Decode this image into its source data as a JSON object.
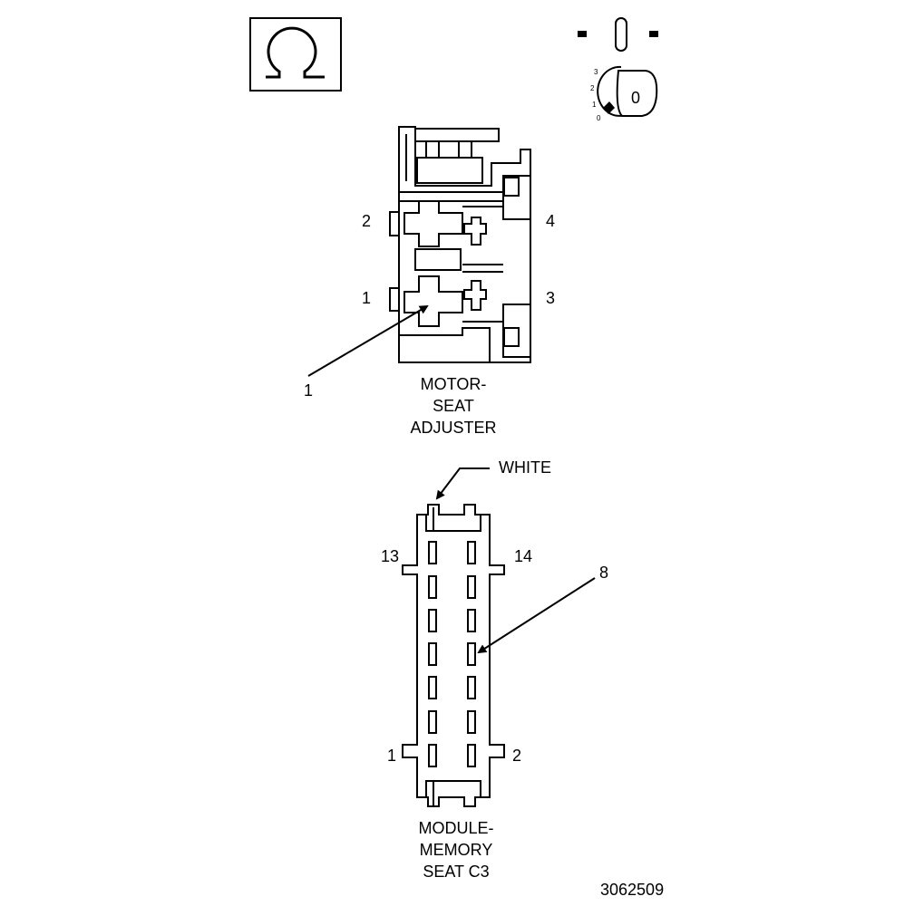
{
  "icons": {
    "ohm_symbol": "Ω",
    "ignition_key_label": "0",
    "key_positions": [
      "3",
      "2",
      "1",
      "0"
    ]
  },
  "motor_connector": {
    "pin_labels": {
      "pin2": "2",
      "pin4": "4",
      "pin1": "1",
      "pin3": "3"
    },
    "callout": "1",
    "name_lines": [
      "MOTOR-",
      "SEAT",
      "ADJUSTER"
    ]
  },
  "module_connector": {
    "white_label": "WHITE",
    "pin_labels": {
      "pin13": "13",
      "pin14": "14",
      "pin1": "1",
      "pin2": "2"
    },
    "callout": "8",
    "name_lines": [
      "MODULE-",
      "MEMORY",
      "SEAT C3"
    ]
  },
  "figure_id": "3062509"
}
